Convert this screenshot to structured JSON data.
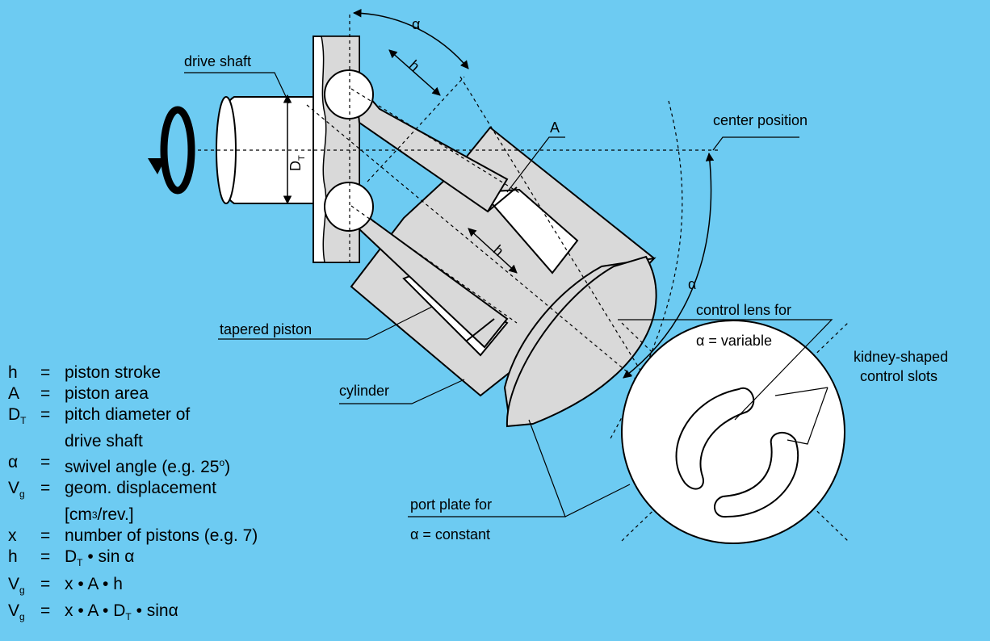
{
  "labels": {
    "drive_shaft": "drive shaft",
    "alpha_top": "α",
    "h_top": "h",
    "A_label": "A",
    "center_position": "center position",
    "h_mid": "h",
    "alpha_right": "α",
    "dt_main": "D",
    "dt_sub": "T",
    "control_lens_line1": "control lens for",
    "control_lens_line2": "α = variable",
    "kidney_line1": "kidney-shaped",
    "kidney_line2": "control slots",
    "tapered_piston": "tapered piston",
    "cylinder": "cylinder",
    "port_plate_line1": "port plate for",
    "port_plate_line2": "α = constant"
  },
  "legend": {
    "h_sym": "h",
    "h_desc": "piston stroke",
    "a_sym": "A",
    "a_desc": "piston area",
    "dt_sym": "D",
    "dt_sub": "T",
    "dt_desc1": "pitch diameter of",
    "dt_desc2": "drive shaft",
    "alpha_sym": "α",
    "alpha_desc": "swivel angle (e.g. 25",
    "alpha_deg": "o",
    "alpha_close": ")",
    "vg_sym": "V",
    "vg_sub": "g",
    "vg_desc1": "geom. displacement",
    "vg_desc2a": "[cm",
    "vg_desc2sup": "3",
    "vg_desc2b": "/rev.]",
    "x_sym": "x",
    "x_desc": "number of pistons (e.g. 7)",
    "eq": "=",
    "f1_sym": "h",
    "f1": "D",
    "f1_sub": "T",
    "f1_b": " • sin α",
    "f2_sym": "V",
    "f2_sub": "g",
    "f2": "x • A • h",
    "f3_sym": "V",
    "f3_sub": "g",
    "f3": "x • A • D",
    "f3_sub2": "T",
    "f3_b": " • sinα"
  },
  "colors": {
    "background": "#6dcbf2",
    "part_fill": "#d9d9d9",
    "stroke": "#000000"
  }
}
